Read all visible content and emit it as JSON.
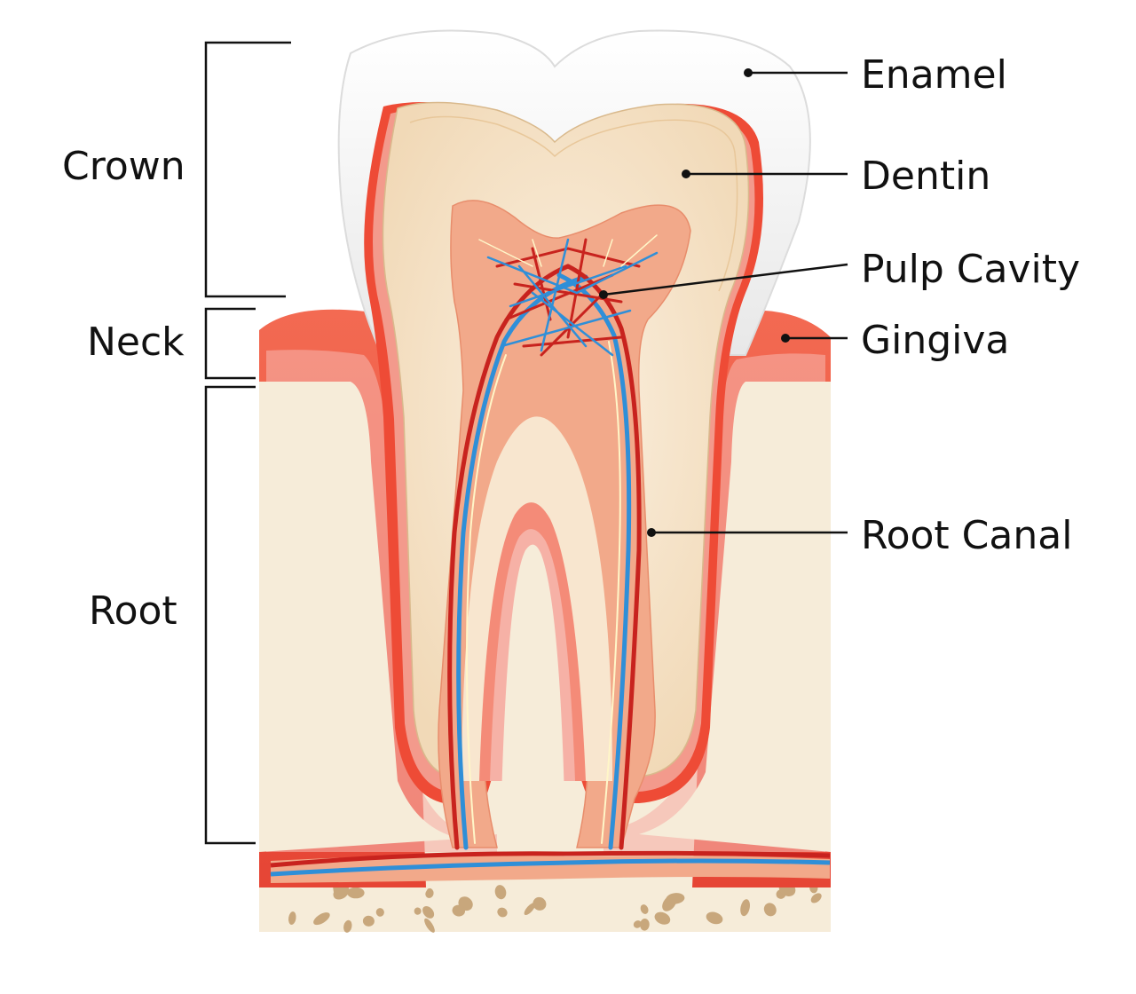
{
  "labels": {
    "enamel": "Enamel",
    "dentin": "Dentin",
    "pulp_cavity": "Pulp Cavity",
    "gingiva": "Gingiva",
    "root_canal": "Root Canal"
  },
  "regions": {
    "crown": "Crown",
    "neck": "Neck",
    "root": "Root"
  },
  "colors": {
    "enamel": "#f1f1f1",
    "dentin": "#f3ddbf",
    "pulp": "#f2a98a",
    "gingiva": "#ee5a46",
    "bone": "#f6ecd9",
    "bone_pores": "#c8a77c",
    "artery": "#c8231e",
    "vein": "#2f8fd8"
  }
}
